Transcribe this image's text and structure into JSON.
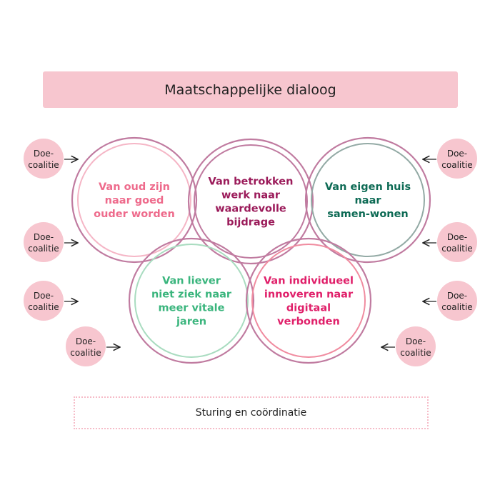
{
  "title": "Maatschappelijke dialoog",
  "footer": "Sturing en coördinatie",
  "doe_coalitie": [
    "Doe-",
    "coalitie"
  ],
  "circles": [
    {
      "lines": [
        "Van oud zijn",
        "naar goed",
        "ouder worden"
      ],
      "text_color": "#ee6b8c",
      "inner_color": "#f5b6c6"
    },
    {
      "lines": [
        "Van betrokken",
        "werk naar",
        "waardevolle",
        "bijdrage"
      ],
      "text_color": "#9b1b5a",
      "inner_color": "#c07ba0"
    },
    {
      "lines": [
        "Van eigen huis",
        "naar",
        "samen-wonen"
      ],
      "text_color": "#0e6b55",
      "inner_color": "#93aaa5"
    },
    {
      "lines": [
        "Van liever",
        "niet ziek naar",
        "meer vitale",
        "jaren"
      ],
      "text_color": "#3ab57d",
      "inner_color": "#a9dcc0"
    },
    {
      "lines": [
        "Van individueel",
        "innoveren naar",
        "digitaal",
        "verbonden"
      ],
      "text_color": "#e0206a",
      "inner_color": "#f08ca0"
    }
  ],
  "colors": {
    "outer_ring": "#c07ba0",
    "doe_fill": "#f7c6cf",
    "title_fill": "#f7c6cf"
  }
}
